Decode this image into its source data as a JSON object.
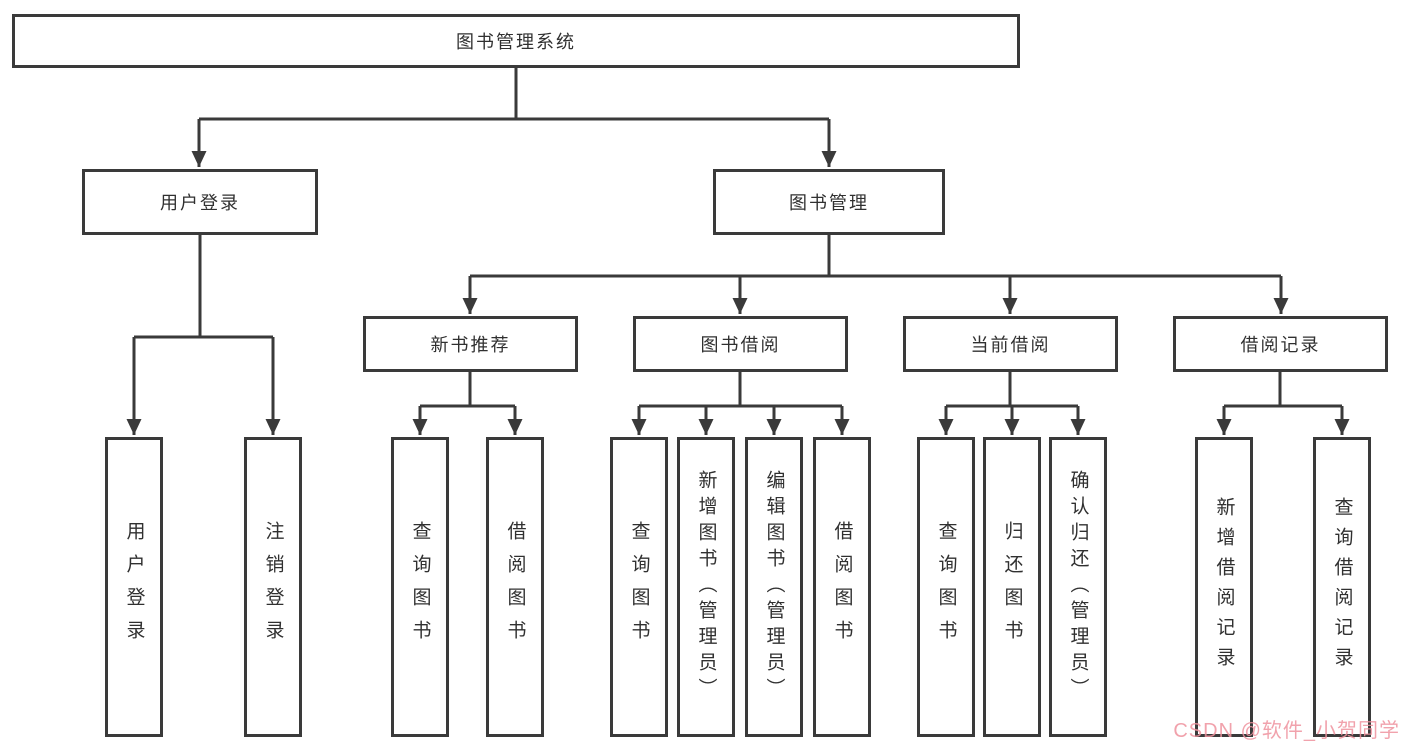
{
  "tree": {
    "root": {
      "label": "图书管理系统"
    },
    "branches": [
      {
        "label": "用户登录",
        "leaves": [
          {
            "label": "用户登录"
          },
          {
            "label": "注销登录"
          }
        ]
      },
      {
        "label": "图书管理",
        "sections": [
          {
            "label": "新书推荐",
            "leaves": [
              {
                "label": "查询图书"
              },
              {
                "label": "借阅图书"
              }
            ]
          },
          {
            "label": "图书借阅",
            "leaves": [
              {
                "label": "查询图书"
              },
              {
                "label": "新增图书（管理员）"
              },
              {
                "label": "编辑图书（管理员）"
              },
              {
                "label": "借阅图书"
              }
            ]
          },
          {
            "label": "当前借阅",
            "leaves": [
              {
                "label": "查询图书"
              },
              {
                "label": "归还图书"
              },
              {
                "label": "确认归还（管理员）"
              }
            ]
          },
          {
            "label": "借阅记录",
            "leaves": [
              {
                "label": "新增借阅记录"
              },
              {
                "label": "查询借阅记录"
              }
            ]
          }
        ]
      }
    ]
  },
  "watermark": {
    "text": "CSDN @软件_小贺同学",
    "color": "#EE929E"
  },
  "colors": {
    "line": "#3A3A3A",
    "box_border": "#3A3A3A",
    "box_fill": "#FFFFFF",
    "text": "#303030",
    "background": "#FFFFFF"
  }
}
